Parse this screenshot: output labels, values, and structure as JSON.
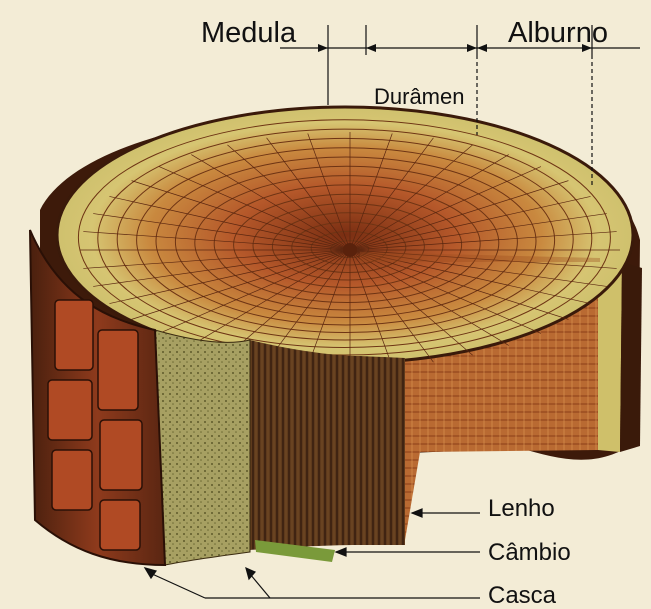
{
  "labels": {
    "medula": "Medula",
    "alburno": "Alburno",
    "duramen": "Durâmen",
    "lenho": "Lenho",
    "cambio": "Câmbio",
    "casca": "Casca"
  },
  "colors": {
    "background": "#f3ecd6",
    "bark_dark": "#5a2a14",
    "bark_red": "#9c3a1c",
    "sapwood": "#d8c87a",
    "heartwood": "#b8622a",
    "pith": "#6b2a10",
    "line": "#111111"
  }
}
